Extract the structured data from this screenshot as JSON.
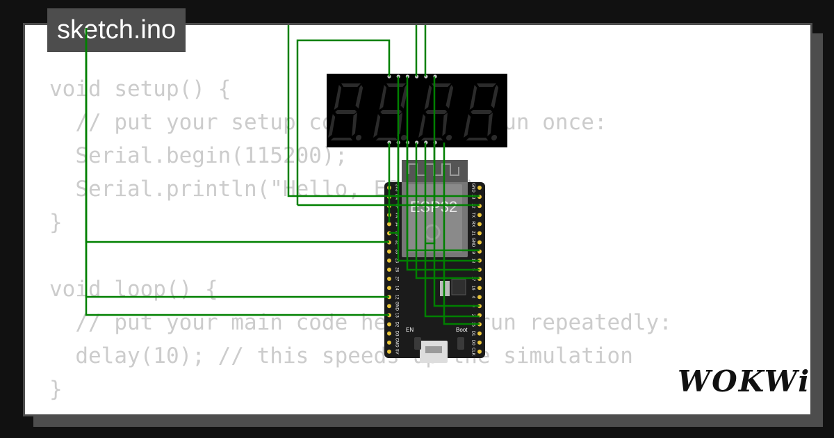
{
  "file_tab": {
    "label": "sketch.ino"
  },
  "code": {
    "lines": [
      "void setup() {",
      "  // put your setup code here, to run once:",
      "  Serial.begin(115200);",
      "  Serial.println(\"Hello, ESP32!\");",
      "}",
      "",
      "void loop() {",
      "  // put your main code here, to run repeatedly:",
      "  delay(10); // this speeds up the simulation",
      "}"
    ]
  },
  "board": {
    "module_label": "ESP32",
    "left_pins": [
      "3V3",
      "EN",
      "VP",
      "VN",
      "34",
      "35",
      "32",
      "33",
      "25",
      "26",
      "27",
      "14",
      "12",
      "GND",
      "13",
      "D2",
      "D3",
      "CMD",
      "5V"
    ],
    "right_pins": [
      "GND",
      "23",
      "22",
      "TX",
      "RX",
      "21",
      "GND",
      "19",
      "18",
      "5",
      "17",
      "16",
      "4",
      "0",
      "2",
      "15",
      "D1",
      "D0",
      "CLK"
    ],
    "buttons": [
      "EN",
      "Boot"
    ]
  },
  "display": {
    "digits": [
      "8.",
      "8.",
      "8.",
      "8."
    ]
  },
  "logo": {
    "text": "WOKWi"
  },
  "colors": {
    "background": "#111111",
    "card": "#ffffff",
    "frame": "#4d4d4d",
    "code_text": "#cccccc",
    "wire": "#008000",
    "board": "#1b1b1b",
    "module": "#777777",
    "header_pin": "#e8c43a",
    "display_body": "#000000",
    "segment_off": "#2b2b2b"
  }
}
